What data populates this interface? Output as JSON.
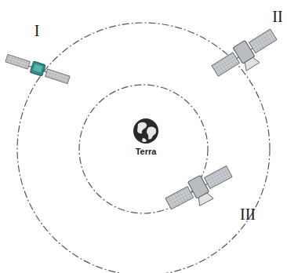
{
  "diagram": {
    "labels": [
      "I",
      "II",
      "III",
      "Terra"
    ]
  }
}
